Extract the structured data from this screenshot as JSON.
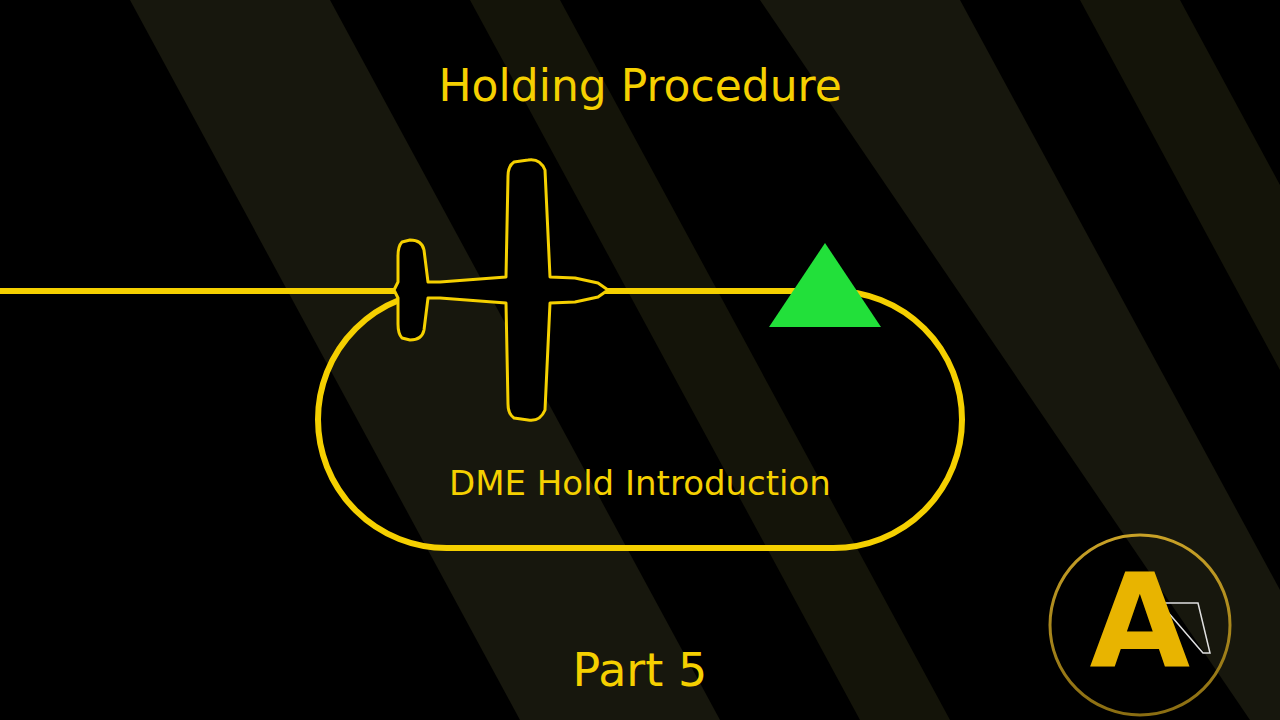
{
  "diagram": {
    "title": "Holding Procedure",
    "nodes": [
      {
        "text": [
          "DME Hold Introduction"
        ]
      },
      {
        "text": [
          "A"
        ]
      }
    ],
    "labels": [
      "Part 5"
    ]
  }
}
